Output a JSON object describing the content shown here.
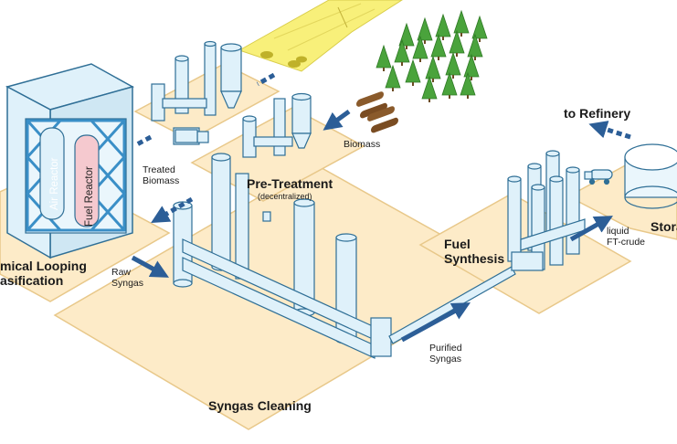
{
  "labels": {
    "to_refinery": "to Refinery",
    "biomass": "Biomass",
    "treated_biomass": "Treated\nBiomass",
    "pre_treatment": "Pre-Treatment",
    "decentralized": "(decentralized)",
    "air_reactor": "Air Reactor",
    "fuel_reactor": "Fuel Reactor",
    "chemical_looping": "mical Looping\nasification",
    "raw_syngas": "Raw\nSyngas",
    "fuel_synthesis": "Fuel\nSynthesis",
    "liquid_ft_crude": "liquid\nFT-crude",
    "storage": "Stora",
    "purified_syngas": "Purified\nSyngas",
    "syngas_cleaning": "Syngas Cleaning"
  },
  "colors": {
    "platform": "#fdebc8",
    "platform_edge": "#e8c88a",
    "equipment": "#dff1fa",
    "equipment_edge": "#2f6f96",
    "arrow": "#2c5e97",
    "steel": "#3a8fc7",
    "field": "#f8f07a",
    "tree": "#4aa33c",
    "fuel_reactor_fill": "#f5c9cf"
  }
}
